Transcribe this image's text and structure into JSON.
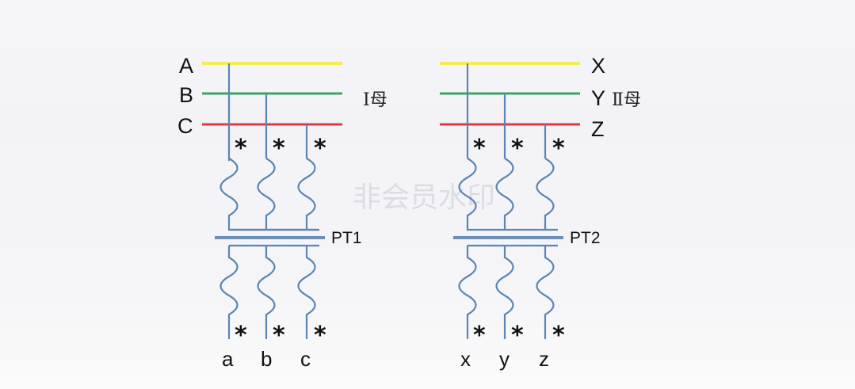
{
  "bus_labels": {
    "I": {
      "A": "A",
      "B": "B",
      "C": "C",
      "name": "Ⅰ母"
    },
    "II": {
      "X": "X",
      "Y": "Y",
      "Z": "Z",
      "name": "Ⅱ母"
    }
  },
  "transformers": {
    "pt1": "PT1",
    "pt2": "PT2"
  },
  "secondary": {
    "left": [
      "a",
      "b",
      "c"
    ],
    "right": [
      "x",
      "y",
      "z"
    ]
  },
  "polarity_mark": "*",
  "watermark": "非会员水印",
  "colors": {
    "phase_a": "#f2ec55",
    "phase_b": "#3aa564",
    "phase_c": "#e0383e",
    "wire": "#5b86b3",
    "core": "#6d8fb6"
  }
}
